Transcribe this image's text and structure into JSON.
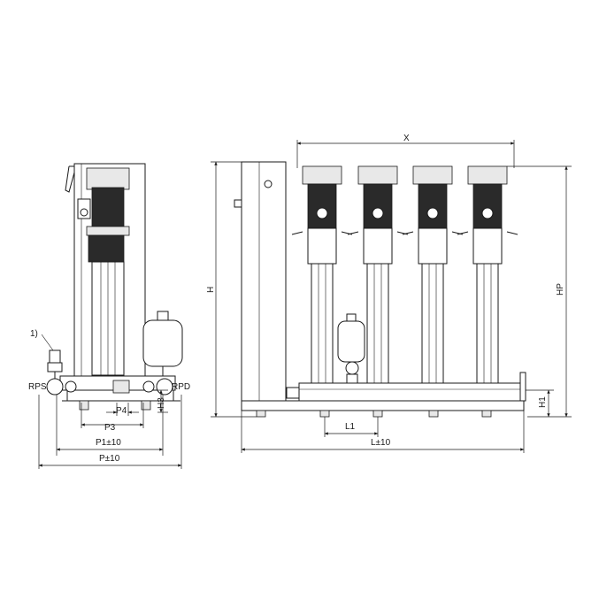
{
  "labels": {
    "note": "1)",
    "rps": "RPS",
    "rpd": "RPD",
    "p4": "P4",
    "h3": "H3",
    "p3": "P3",
    "p1": "P1±10",
    "p": "P±10",
    "h": "H",
    "x": "X",
    "hp": "HP",
    "h1": "H1",
    "l1": "L1",
    "l": "L±10"
  }
}
